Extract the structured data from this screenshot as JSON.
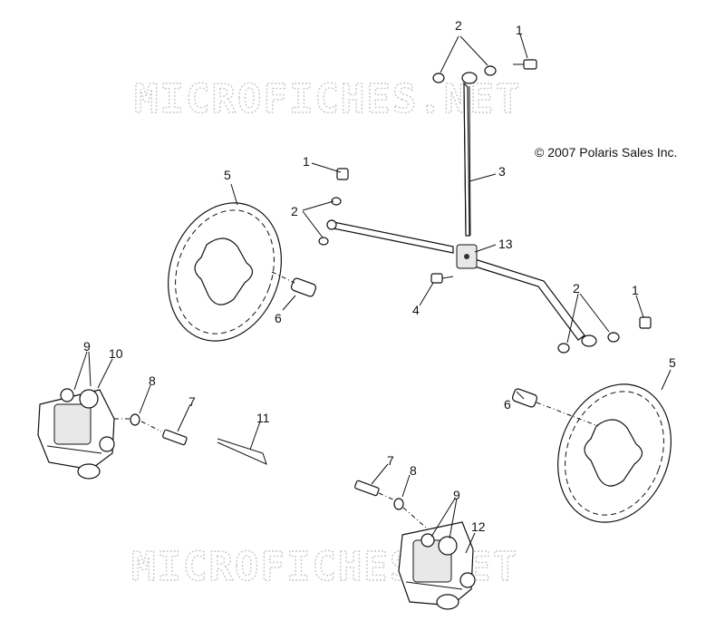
{
  "copyright": "© 2007 Polaris Sales Inc.",
  "watermark": "MICROFICHES.NET",
  "callouts": [
    "1",
    "2",
    "3",
    "1",
    "2",
    "5",
    "13",
    "4",
    "6",
    "1",
    "2",
    "9",
    "10",
    "8",
    "7",
    "11",
    "5",
    "6",
    "7",
    "8",
    "9",
    "12"
  ]
}
